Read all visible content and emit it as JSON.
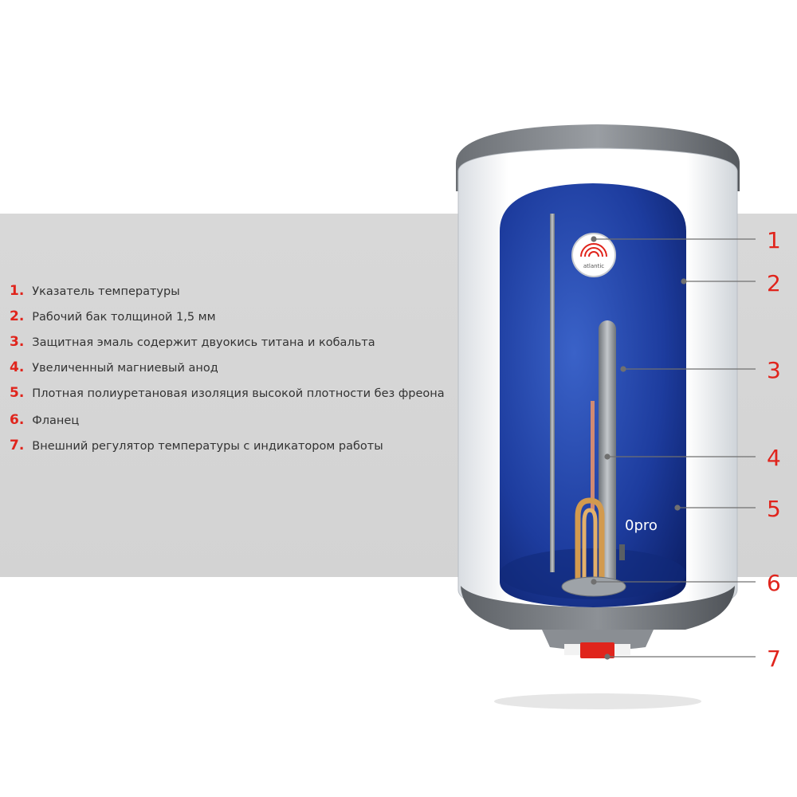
{
  "legend": [
    {
      "num": "1.",
      "text": "Указатель температуры"
    },
    {
      "num": "2.",
      "text": "Рабочий бак толщиной 1,5 мм"
    },
    {
      "num": "3.",
      "text": "Защитная эмаль содержит двуокись титана и кобальта"
    },
    {
      "num": "4.",
      "text": "Увеличенный магниевый анод"
    },
    {
      "num": "5.",
      "text": "Плотная полиуретановая изоляция высокой плотности без фреона"
    },
    {
      "num": "6.",
      "text": "Фланец"
    },
    {
      "num": "7.",
      "text": "Внешний регулятор температуры с индикатором работы"
    }
  ],
  "callouts": [
    "1",
    "2",
    "3",
    "4",
    "5",
    "6",
    "7"
  ],
  "product": {
    "brand_logo": "atlantic",
    "model_badge": "pro"
  },
  "colors": {
    "accent_red": "#e0241c",
    "tank_blue": "#1a3a9a",
    "band_gray": "#d6d6d6"
  }
}
